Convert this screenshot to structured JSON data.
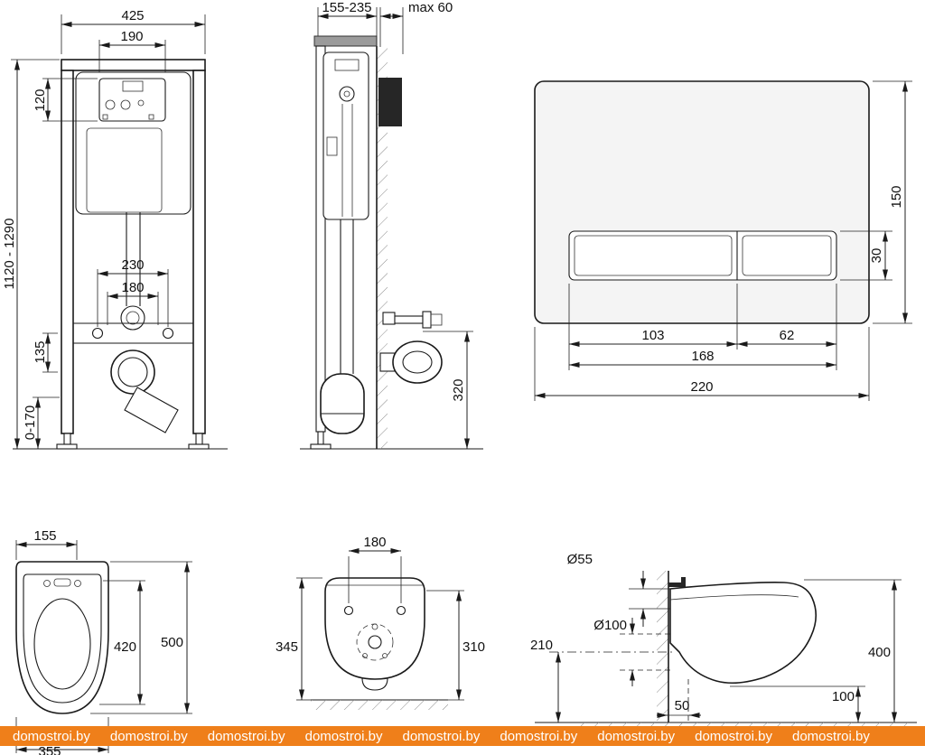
{
  "watermark": {
    "text": "domostroi.by",
    "color": "#ef7f1a"
  },
  "frame_front": {
    "width": "425",
    "inspection_width": "190",
    "inspection_height": "120",
    "height_range": "1120 - 1290",
    "fixing_width": "230",
    "drain_width": "180",
    "drain_offset": "135",
    "foot_range": "0-170"
  },
  "frame_side": {
    "depth_range": "155-235",
    "wall_max": "max 60",
    "supply_height": "320"
  },
  "flush_plate": {
    "height": "150",
    "button_height": "30",
    "big_button_width": "103",
    "small_button_width": "62",
    "buttons_width": "168",
    "width": "220"
  },
  "bowl_top": {
    "back_width": "155",
    "seat_depth": "420",
    "depth": "500",
    "width": "355"
  },
  "bowl_front": {
    "fixing_width": "180",
    "height": "345",
    "side_height": "310"
  },
  "bowl_side": {
    "inlet_diameter": "Ø55",
    "outlet_diameter": "Ø100",
    "outlet_height": "210",
    "height": "400",
    "clearance": "100",
    "outlet_offset": "50"
  }
}
